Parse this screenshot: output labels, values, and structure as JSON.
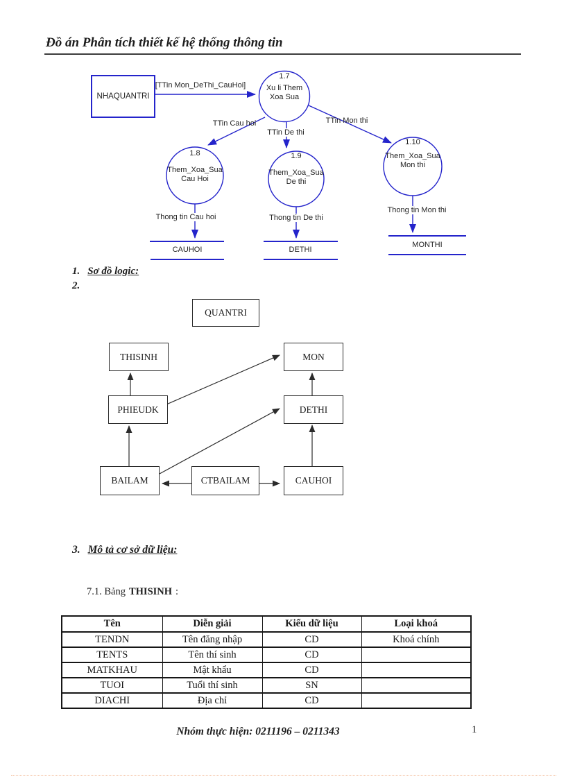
{
  "header": {
    "title": "Đồ án Phân tích thiết kế hệ thống thông tin"
  },
  "dfd": {
    "external_entity": "NHAQUANTRI",
    "processes": [
      {
        "id": "1.7",
        "line1": "Xu li Them",
        "line2": "Xoa Sua"
      },
      {
        "id": "1.8",
        "line1": "Them_Xoa_Sua",
        "line2": "Cau Hoi"
      },
      {
        "id": "1.9",
        "line1": "Them_Xoa_Sua",
        "line2": "De thi"
      },
      {
        "id": "1.10",
        "line1": "Them_Xoa_Sua",
        "line2": "Mon thi"
      }
    ],
    "flows": {
      "main": "[TTin Mon_DeThi_CauHoi]",
      "cauhoi": "TTin Cau hoi",
      "dethi": "TTin De thi",
      "monthi": "TTin Mon thi",
      "info_cauhoi": "Thong tin Cau hoi",
      "info_dethi": "Thong tin De thi",
      "info_monthi": "Thong tin Mon thi"
    },
    "stores": [
      {
        "label": "CAUHOI"
      },
      {
        "label": "DETHI"
      },
      {
        "label": "MONTHI"
      }
    ],
    "accent_color": "#2424cb"
  },
  "sections": {
    "item1_num": "1.",
    "item1_text": "Sơ đồ logic:",
    "item2_num": "2.",
    "item3_num": "3.",
    "item3_text": "Mô tả cơ sở dữ liệu:",
    "sub_prefix": "7.1. Bảng",
    "sub_name": "THISINH",
    "sub_suffix": ":"
  },
  "er": {
    "boxes": [
      {
        "label": "QUANTRI"
      },
      {
        "label": "THISINH"
      },
      {
        "label": "MON"
      },
      {
        "label": "PHIEUDK"
      },
      {
        "label": "DETHI"
      },
      {
        "label": "BAILAM"
      },
      {
        "label": "CTBAILAM"
      },
      {
        "label": "CAUHOI"
      }
    ]
  },
  "table": {
    "headers": [
      "Tên",
      "Diễn giải",
      "Kiểu dữ liệu",
      "Loại khoá"
    ],
    "rows": [
      [
        "TENDN",
        "Tên đăng nhập",
        "CD",
        "Khoá chính"
      ],
      [
        "TENTS",
        "Tên thí sinh",
        "CD",
        ""
      ],
      [
        "MATKHAU",
        "Mật khẩu",
        "CD",
        ""
      ],
      [
        "TUOI",
        "Tuổi thí sinh",
        "SN",
        ""
      ],
      [
        "DIACHI",
        "Địa chỉ",
        "CD",
        ""
      ]
    ]
  },
  "footer": {
    "team": "Nhóm thực hiện: 0211196 – 0211343",
    "page": "1"
  }
}
